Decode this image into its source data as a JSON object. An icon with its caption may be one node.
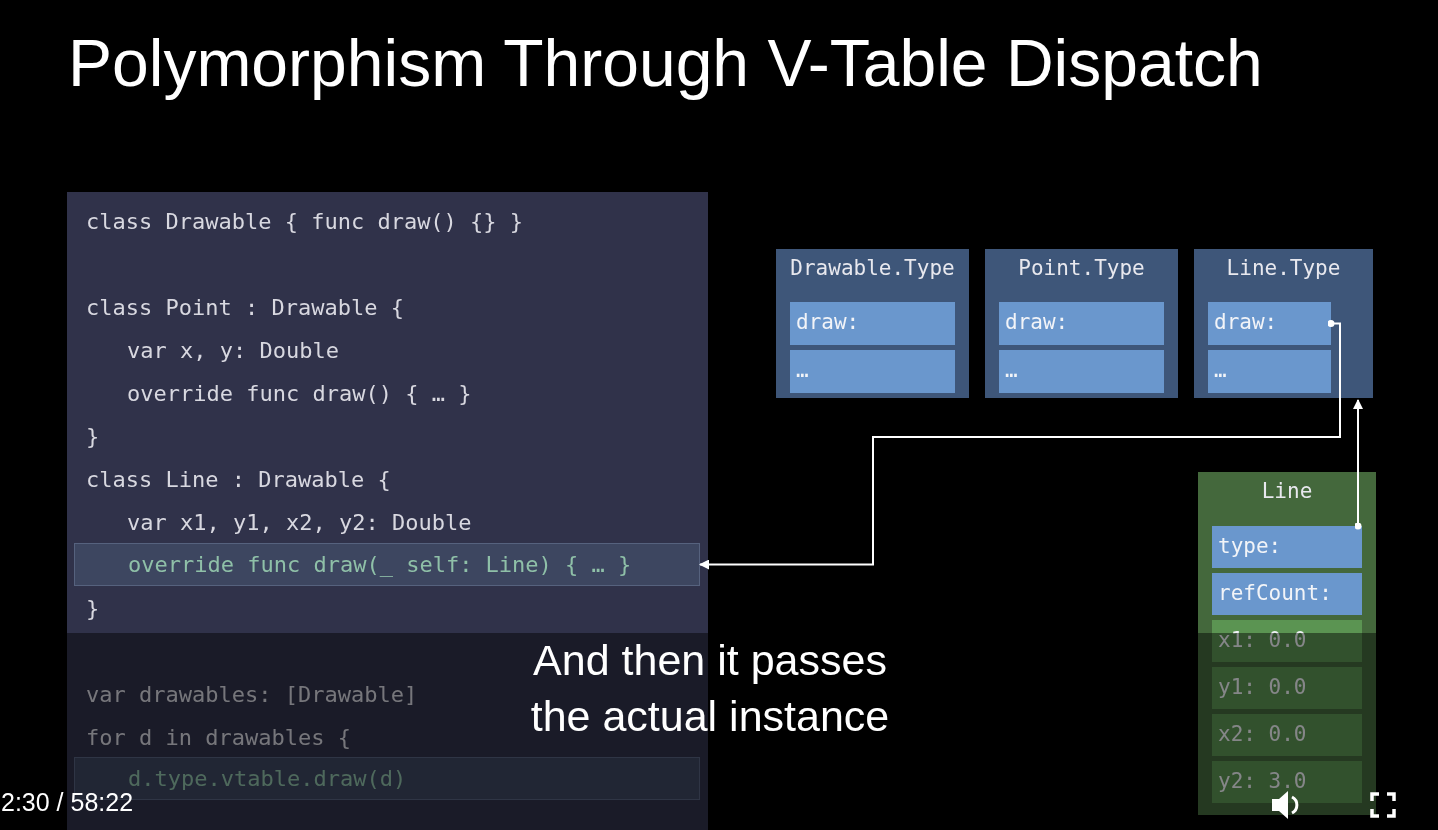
{
  "diagram": {
    "title": "Polymorphism Through V-Table Dispatch",
    "nodes": [
      {
        "text": [
          "class Drawable { func draw() {} }",
          "class Point : Drawable {",
          "var x, y: Double",
          "override func draw() { … }",
          "}",
          "class Line : Drawable {",
          "var x1, y1, x2, y2: Double",
          "}",
          "var drawables: [Drawable]",
          "for d in drawables {"
        ]
      },
      {
        "text": [
          "override func draw(_ self: Line) { … }"
        ],
        "in": 0
      },
      {
        "text": [
          "d.type.vtable.draw(d)"
        ],
        "in": 0
      },
      {
        "text": [
          "Drawable.Type"
        ]
      },
      {
        "text": [
          "draw:"
        ],
        "in": 3
      },
      {
        "text": [
          "…"
        ],
        "in": 3
      },
      {
        "text": [
          "Point.Type"
        ]
      },
      {
        "text": [
          "draw:"
        ],
        "in": 6
      },
      {
        "text": [
          "…"
        ],
        "in": 6
      },
      {
        "text": [
          "Line.Type"
        ]
      },
      {
        "text": [
          "draw:"
        ],
        "in": 9
      },
      {
        "text": [
          "…"
        ],
        "in": 9
      },
      {
        "text": [
          "Line"
        ]
      },
      {
        "text": [
          "type:"
        ],
        "in": 12
      },
      {
        "text": [
          "refCount:"
        ],
        "in": 12
      },
      {
        "text": [
          "x1: 0.0"
        ],
        "in": 12
      },
      {
        "text": [
          "y1: 0.0"
        ],
        "in": 12
      },
      {
        "text": [
          "x2: 0.0"
        ],
        "in": 12
      },
      {
        "text": [
          "y2: 3.0"
        ],
        "in": 12
      }
    ],
    "edges": [
      {
        "from": 10,
        "to": 1,
        "arrow": "to"
      },
      {
        "from": 13,
        "to": 9,
        "arrow": "to"
      }
    ],
    "labels": [
      "And then it passes the actual instance",
      "2:30 / 58:22"
    ]
  }
}
